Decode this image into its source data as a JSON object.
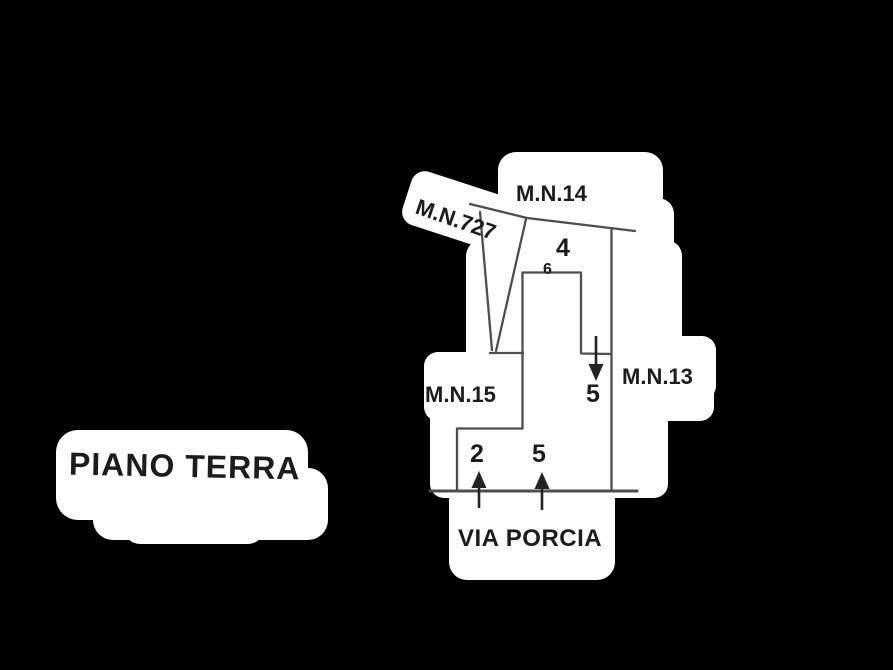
{
  "page": {
    "background_color": "#000000",
    "paper_color": "#fefefe",
    "line_color": "#4e4e4e",
    "text_color": "#1c1c1c"
  },
  "plan": {
    "floor_title": "PIANO TERRA",
    "street_name": "VIA PORCIA",
    "parcel_labels": {
      "mn727": "M.N.727",
      "mn14": "M.N.14",
      "mn13": "M.N.13",
      "mn15": "M.N.15"
    },
    "unit_numbers": {
      "upper": "4",
      "on_top_edge": "6",
      "right_entrance": "5",
      "street_entrance_left": "2",
      "street_entrance_mid": "5"
    },
    "arrows": [
      {
        "id": "entrance-2",
        "direction": "up",
        "number": "2"
      },
      {
        "id": "entrance-5-street",
        "direction": "up",
        "number": "5"
      },
      {
        "id": "entrance-5-right",
        "direction": "down",
        "number": "5"
      }
    ]
  }
}
